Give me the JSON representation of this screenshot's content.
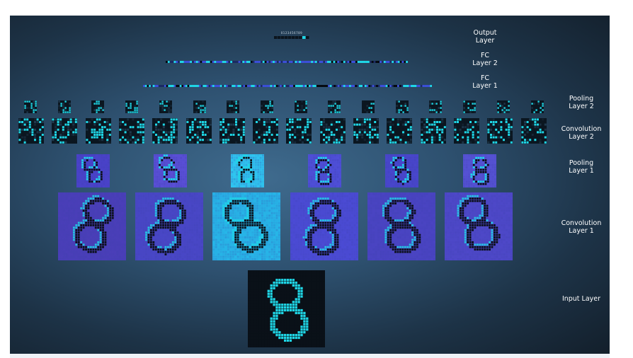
{
  "layers": {
    "output": "Output\nLayer",
    "fc2": "FC\nLayer 2",
    "fc1": "FC\nLayer 1",
    "pool2": "Pooling\nLayer 2",
    "conv2": "Convolution\nLayer 2",
    "pool1": "Pooling\nLayer 1",
    "conv1": "Convolution\nLayer 1",
    "input": "Input Layer"
  },
  "output_digits": "0123456789",
  "predicted_digit": 8,
  "colors": {
    "active": "#1fd6e6",
    "dark": "#0b1620",
    "background": "#2e5170",
    "blue_tint": "#4a4fd1"
  }
}
